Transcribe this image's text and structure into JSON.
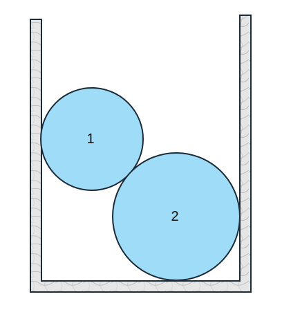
{
  "container": {
    "wall_color": "#1c2b3a",
    "fill_texture": "marble-gray"
  },
  "balls": [
    {
      "label": "1",
      "fill": "#9edcf7",
      "stroke": "#1a2a36"
    },
    {
      "label": "2",
      "fill": "#9edcf7",
      "stroke": "#1a2a36"
    }
  ]
}
